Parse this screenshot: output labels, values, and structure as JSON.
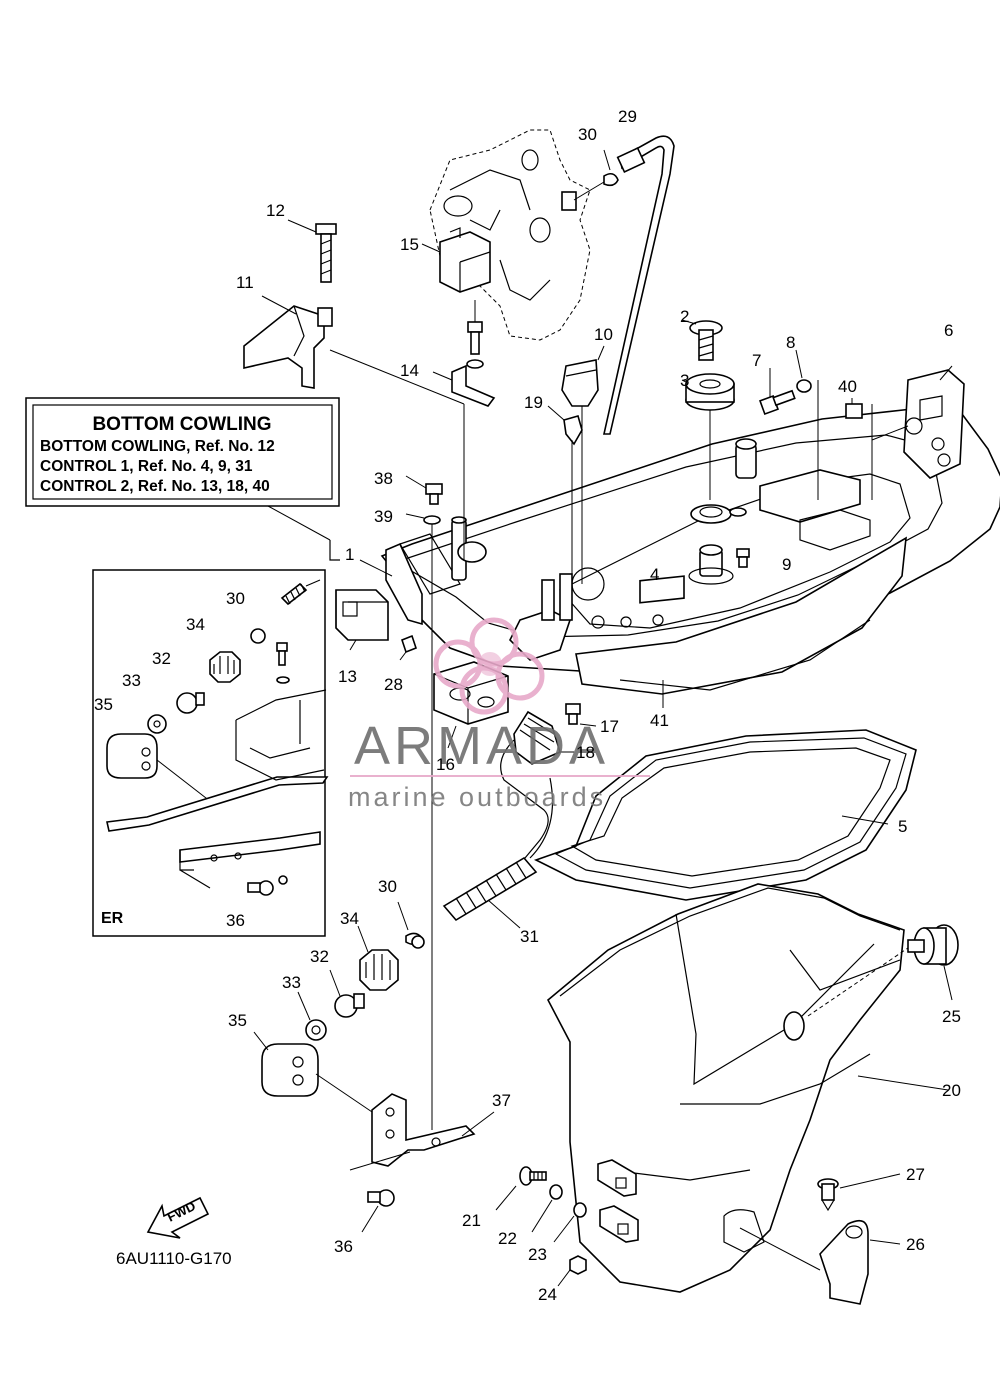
{
  "legend_box": {
    "title": "BOTTOM COWLING",
    "lines": [
      "BOTTOM COWLING,  Ref. No. 12",
      "CONTROL  1,  Ref. No. 4, 9, 31",
      "CONTROL  2,  Ref. No. 13, 18, 40"
    ]
  },
  "inset_label": "ER",
  "diagram_code": "6AU1110-G170",
  "fwd_label": "FWD",
  "watermark": {
    "brand": "ARMADA",
    "tagline": "marine outboards",
    "accent_color": "#e7a9c9"
  },
  "callouts": [
    {
      "id": "c1",
      "text": "1"
    },
    {
      "id": "c2",
      "text": "2"
    },
    {
      "id": "c3",
      "text": "3"
    },
    {
      "id": "c4",
      "text": "4"
    },
    {
      "id": "c5",
      "text": "5"
    },
    {
      "id": "c6",
      "text": "6"
    },
    {
      "id": "c7",
      "text": "7"
    },
    {
      "id": "c8",
      "text": "8"
    },
    {
      "id": "c9",
      "text": "9"
    },
    {
      "id": "c10",
      "text": "10"
    },
    {
      "id": "c11",
      "text": "11"
    },
    {
      "id": "c12",
      "text": "12"
    },
    {
      "id": "c13",
      "text": "13"
    },
    {
      "id": "c14",
      "text": "14"
    },
    {
      "id": "c15",
      "text": "15"
    },
    {
      "id": "c16",
      "text": "16"
    },
    {
      "id": "c17",
      "text": "17"
    },
    {
      "id": "c18",
      "text": "18"
    },
    {
      "id": "c19",
      "text": "19"
    },
    {
      "id": "c20",
      "text": "20"
    },
    {
      "id": "c21",
      "text": "21"
    },
    {
      "id": "c22",
      "text": "22"
    },
    {
      "id": "c23",
      "text": "23"
    },
    {
      "id": "c24",
      "text": "24"
    },
    {
      "id": "c25",
      "text": "25"
    },
    {
      "id": "c26",
      "text": "26"
    },
    {
      "id": "c27",
      "text": "27"
    },
    {
      "id": "c28",
      "text": "28"
    },
    {
      "id": "c29",
      "text": "29"
    },
    {
      "id": "c30a",
      "text": "30"
    },
    {
      "id": "c31",
      "text": "31"
    },
    {
      "id": "c32",
      "text": "32"
    },
    {
      "id": "c33",
      "text": "33"
    },
    {
      "id": "c34",
      "text": "34"
    },
    {
      "id": "c35",
      "text": "35"
    },
    {
      "id": "c36",
      "text": "36"
    },
    {
      "id": "c37",
      "text": "37"
    },
    {
      "id": "c38",
      "text": "38"
    },
    {
      "id": "c39",
      "text": "39"
    },
    {
      "id": "c40",
      "text": "40"
    },
    {
      "id": "c41",
      "text": "41"
    },
    {
      "id": "c30b",
      "text": "30"
    },
    {
      "id": "c30c",
      "text": "30"
    },
    {
      "id": "c32b",
      "text": "32"
    },
    {
      "id": "c33b",
      "text": "33"
    },
    {
      "id": "c34b",
      "text": "34"
    },
    {
      "id": "c35b",
      "text": "35"
    },
    {
      "id": "c36b",
      "text": "36"
    }
  ]
}
